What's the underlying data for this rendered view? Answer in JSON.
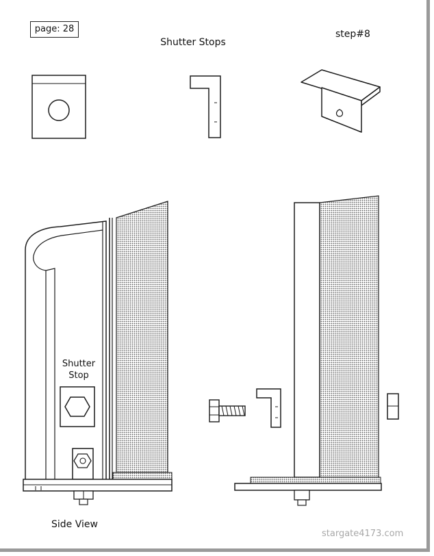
{
  "page_label": "page: 28",
  "title": "Shutter Stops",
  "step": "step#8",
  "shutter_stop_label_line1": "Shutter",
  "shutter_stop_label_line2": "Stop",
  "side_view_label": "Side View",
  "watermark": "stargate4173.com",
  "colors": {
    "ink": "#1a1a1a",
    "stipple": "#6e6e6e",
    "watermark": "#a8a8a8",
    "frame": "#9a9a9a"
  }
}
